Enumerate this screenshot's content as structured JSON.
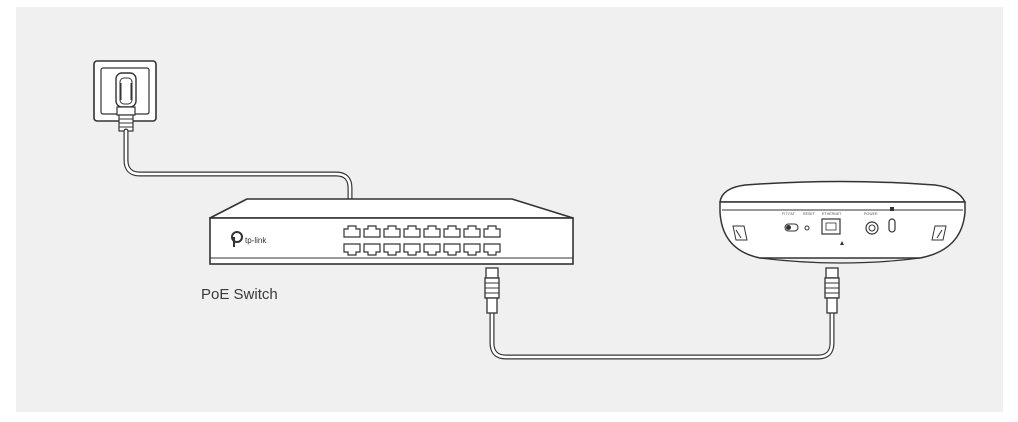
{
  "diagram": {
    "switch_label": "PoE Switch",
    "switch_brand": "tp-link",
    "ap_labels": {
      "rf_fat": "FIT FAT",
      "reset": "RESET",
      "ethernet": "ETHERNET",
      "power": "POWER"
    }
  }
}
